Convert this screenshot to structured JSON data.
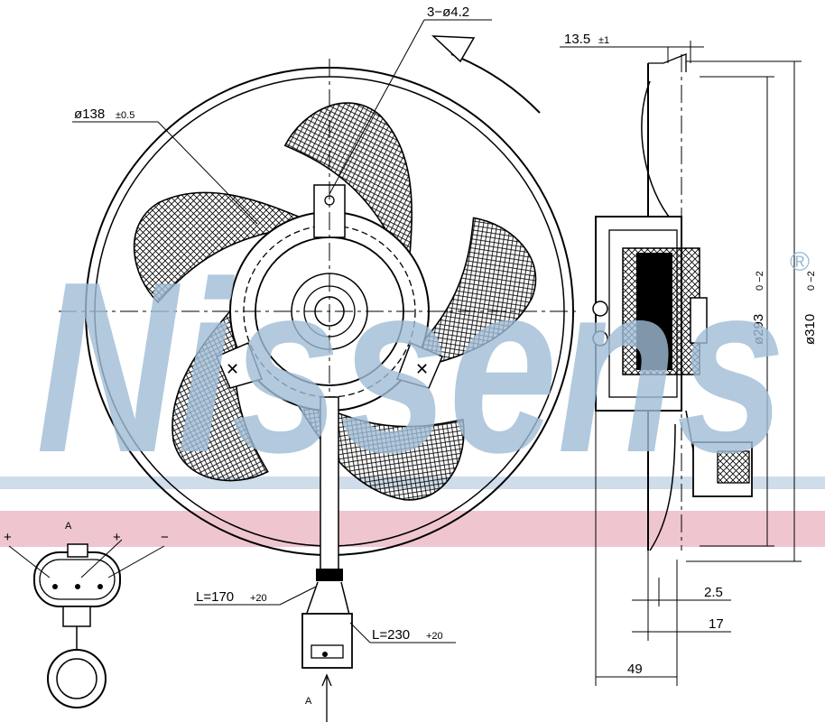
{
  "watermark": {
    "brand": "Nissens",
    "registered": "®",
    "color": "#9fbcd6",
    "band_color": "#e8b8c2"
  },
  "dimensions": {
    "holes": "3−ø4.2",
    "hub_diameter": "ø138",
    "hub_tol": "±0.5",
    "offset": "13.5",
    "offset_tol": "±1",
    "shroud_inner": "ø293",
    "shroud_inner_tol": "0 −2",
    "shroud_outer": "ø310",
    "shroud_outer_tol": "0 −2",
    "cable_short": "L=170",
    "cable_short_tol": "+20",
    "cable_long": "L=230",
    "cable_long_tol": "+20",
    "gap": "2.5",
    "depth_small": "17",
    "depth_total": "49",
    "section_mark_top": "A",
    "section_mark_bottom": "A"
  },
  "connector": {
    "plus_left": "+",
    "plus_right": "+",
    "minus": "−"
  }
}
